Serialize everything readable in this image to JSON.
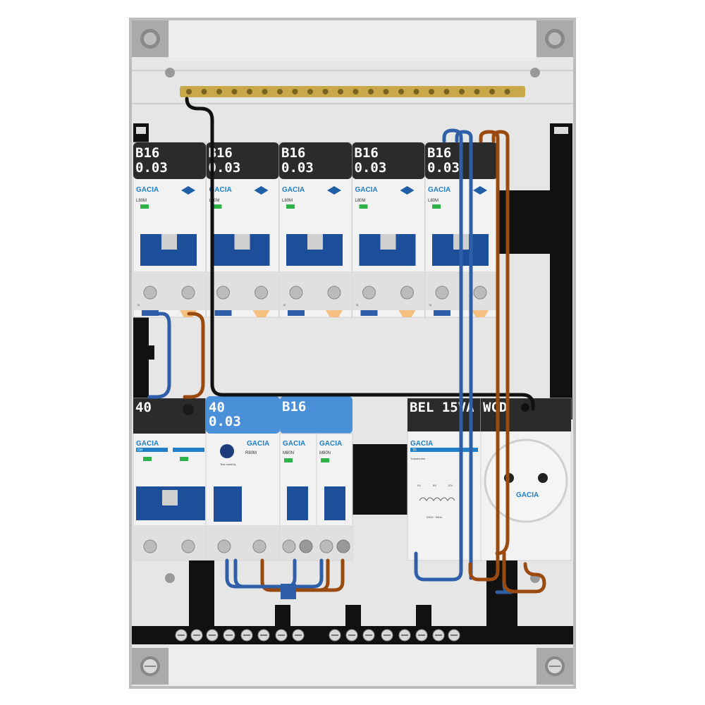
{
  "colors": {
    "enclosure": "#e6e6e6",
    "enclosure_dark": "#c8c8c8",
    "rail": "#111111",
    "label_bg": "#2b2b2b",
    "label_blue": "#4a90d9",
    "brand": "#1f7fc9",
    "lever_blue": "#1d4e9a",
    "wire_blue": "#2f5fa8",
    "wire_brown": "#9a4a0f",
    "wire_black": "#111111",
    "busbar_brass": "#c9a84a",
    "status_green": "#2db34a"
  },
  "top_row": [
    {
      "rating": "B16",
      "sensitivity": "0.03",
      "brand": "GACIA",
      "model": "L80M"
    },
    {
      "rating": "B16",
      "sensitivity": "0.03",
      "brand": "GACIA",
      "model": "L80M"
    },
    {
      "rating": "B16",
      "sensitivity": "0.03",
      "brand": "GACIA",
      "model": "L80M"
    },
    {
      "rating": "B16",
      "sensitivity": "0.03",
      "brand": "GACIA",
      "model": "L80M"
    },
    {
      "rating": "B16",
      "sensitivity": "0.03",
      "brand": "GACIA",
      "model": "L80M"
    }
  ],
  "bottom_row": {
    "main_switch": {
      "rating": "40",
      "brand": "GACIA",
      "model": "DH"
    },
    "rcd": {
      "rating": "40",
      "sensitivity": "0.03",
      "brand": "GACIA",
      "model": "R80M",
      "test_text": "Test monthly"
    },
    "mcb_a": {
      "brand": "GACIA",
      "model": "M80N"
    },
    "mcb_b": {
      "brand": "GACIA",
      "model": "M80N"
    },
    "mcb_group_label": "B16",
    "transformer": {
      "label": "BEL 15VA",
      "brand": "GACIA",
      "model": "TF",
      "subtitle": "Transformer",
      "voltages": [
        "0V",
        "8V",
        "12V"
      ],
      "footer": "230V~  50Hz"
    },
    "socket": {
      "label": "WCD",
      "brand": "GACIA"
    }
  },
  "n_marker": "N"
}
